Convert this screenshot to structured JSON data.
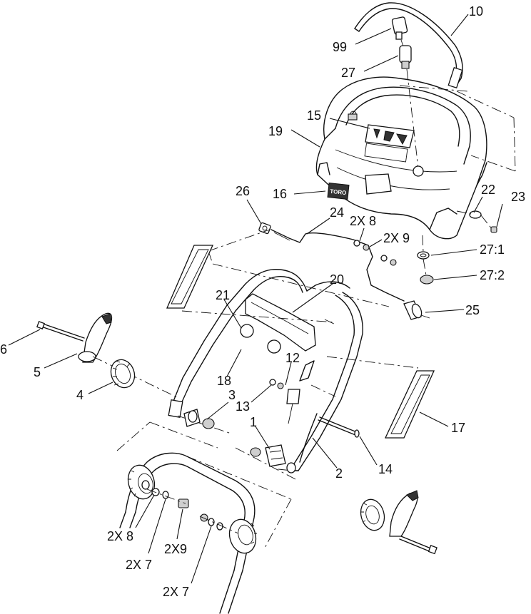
{
  "callouts": {
    "c10": "10",
    "c99": "99",
    "c27": "27",
    "c15": "15",
    "c19": "19",
    "c16": "16",
    "c26": "26",
    "c24": "24",
    "c22": "22",
    "c23": "23",
    "c2x8_top": "2X 8",
    "c2x9_top": "2X 9",
    "c27_1": "27:1",
    "c27_2": "27:2",
    "c20": "20",
    "c25": "25",
    "c21": "21",
    "c6": "6",
    "c5": "5",
    "c4": "4",
    "c18": "18",
    "c12": "12",
    "c3": "3",
    "c13": "13",
    "c17": "17",
    "c14": "14",
    "c1": "1",
    "c2": "2",
    "c2x8_bottom": "2X 8",
    "c2x7_left": "2X 7",
    "c2x9_bottom": "2X9",
    "c2x7_bottom": "2X 7"
  },
  "decal_text": "TORO"
}
